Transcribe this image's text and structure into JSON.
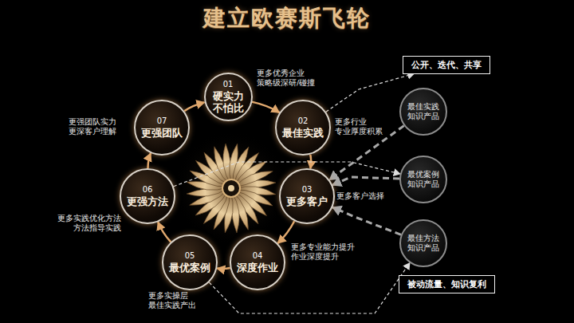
{
  "diagram": {
    "title": "建立欧赛斯飞轮",
    "nodes": [
      {
        "text": [
          "01",
          "硬实力 不怕比"
        ]
      },
      {
        "text": [
          "02",
          "最佳实践"
        ]
      },
      {
        "text": [
          "03",
          "更多客户"
        ]
      },
      {
        "text": [
          "04",
          "深度作业"
        ]
      },
      {
        "text": [
          "05",
          "最优案例"
        ]
      },
      {
        "text": [
          "06",
          "更强方法"
        ]
      },
      {
        "text": [
          "07",
          "更强团队"
        ]
      },
      {
        "text": [
          "最佳实践 知识产品"
        ]
      },
      {
        "text": [
          "最优案例 知识产品"
        ]
      },
      {
        "text": [
          "最佳方法 知识产品"
        ]
      },
      {
        "text": [
          "公开、迭代、共享"
        ]
      },
      {
        "text": [
          "被动流量、知识复利"
        ]
      }
    ],
    "edges": [
      {
        "from": 0,
        "to": 1,
        "arrow": "to"
      },
      {
        "from": 1,
        "to": 2,
        "arrow": "to"
      },
      {
        "from": 2,
        "to": 3,
        "arrow": "to"
      },
      {
        "from": 3,
        "to": 4,
        "arrow": "to"
      },
      {
        "from": 4,
        "to": 5,
        "arrow": "to"
      },
      {
        "from": 5,
        "to": 6,
        "arrow": "to"
      },
      {
        "from": 6,
        "to": 0,
        "arrow": "to"
      },
      {
        "from": 1,
        "to": 10,
        "arrow": "to"
      },
      {
        "from": 5,
        "to": 8,
        "arrow": "to"
      },
      {
        "from": 4,
        "to": 9,
        "arrow": "to"
      },
      {
        "from": 7,
        "to": 2,
        "arrow": "to"
      },
      {
        "from": 8,
        "to": 2,
        "arrow": "to"
      },
      {
        "from": 9,
        "to": 2,
        "arrow": "to"
      }
    ],
    "labels": [
      "更多优秀企业 策略级深研/碰撞",
      "更多行业 专业厚度积累",
      "更多客户选择",
      "更多专业能力提升 作业深度提升",
      "更多实操层 最佳实践产出",
      "更多实践优化方法 方法指导实践",
      "更强团队实力 更深客户理解"
    ]
  }
}
